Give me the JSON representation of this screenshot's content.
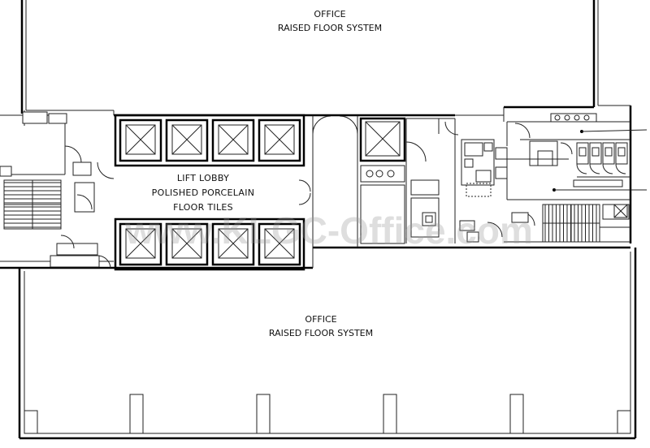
{
  "labels": {
    "office_top_line1": "OFFICE",
    "office_top_line2": "RAISED FLOOR SYSTEM",
    "lobby_line1": "LIFT LOBBY",
    "lobby_line2": "POLISHED PORCELAIN",
    "lobby_line3": "FLOOR TILES",
    "office_bottom_line1": "OFFICE",
    "office_bottom_line2": "RAISED FLOOR SYSTEM"
  },
  "watermark": "www.KLGC-Office.com",
  "colors": {
    "line": "#000000",
    "background": "#ffffff",
    "watermark": "#9a9a9a"
  }
}
